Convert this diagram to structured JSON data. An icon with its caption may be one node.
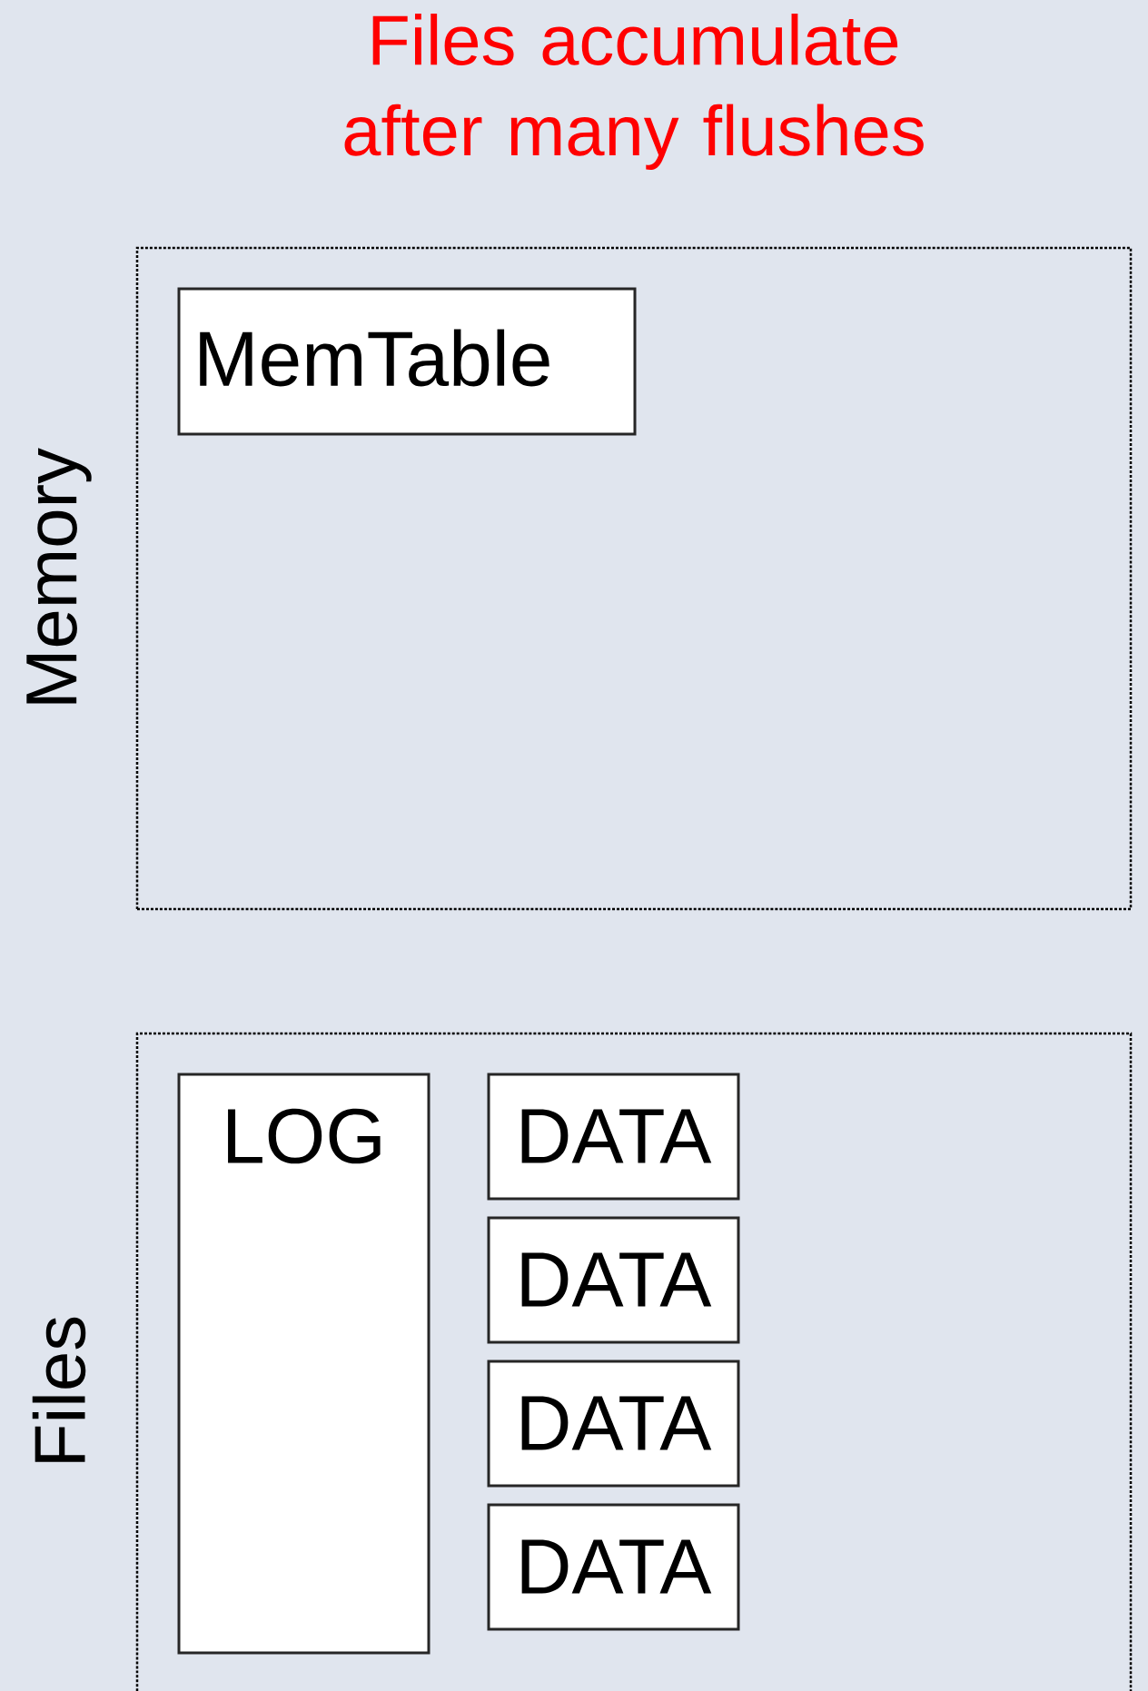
{
  "diagram": {
    "title": "Files accumulate after many flushes",
    "nodes": [
      {
        "text": [
          "Memory"
        ]
      },
      {
        "text": [
          "MemTable"
        ],
        "in": 0
      },
      {
        "text": [
          "Files"
        ]
      },
      {
        "text": [
          "LOG"
        ],
        "in": 2
      },
      {
        "text": [
          "DATA"
        ],
        "in": 2
      },
      {
        "text": [
          "DATA"
        ],
        "in": 2
      },
      {
        "text": [
          "DATA"
        ],
        "in": 2
      },
      {
        "text": [
          "DATA"
        ],
        "in": 2
      }
    ]
  }
}
